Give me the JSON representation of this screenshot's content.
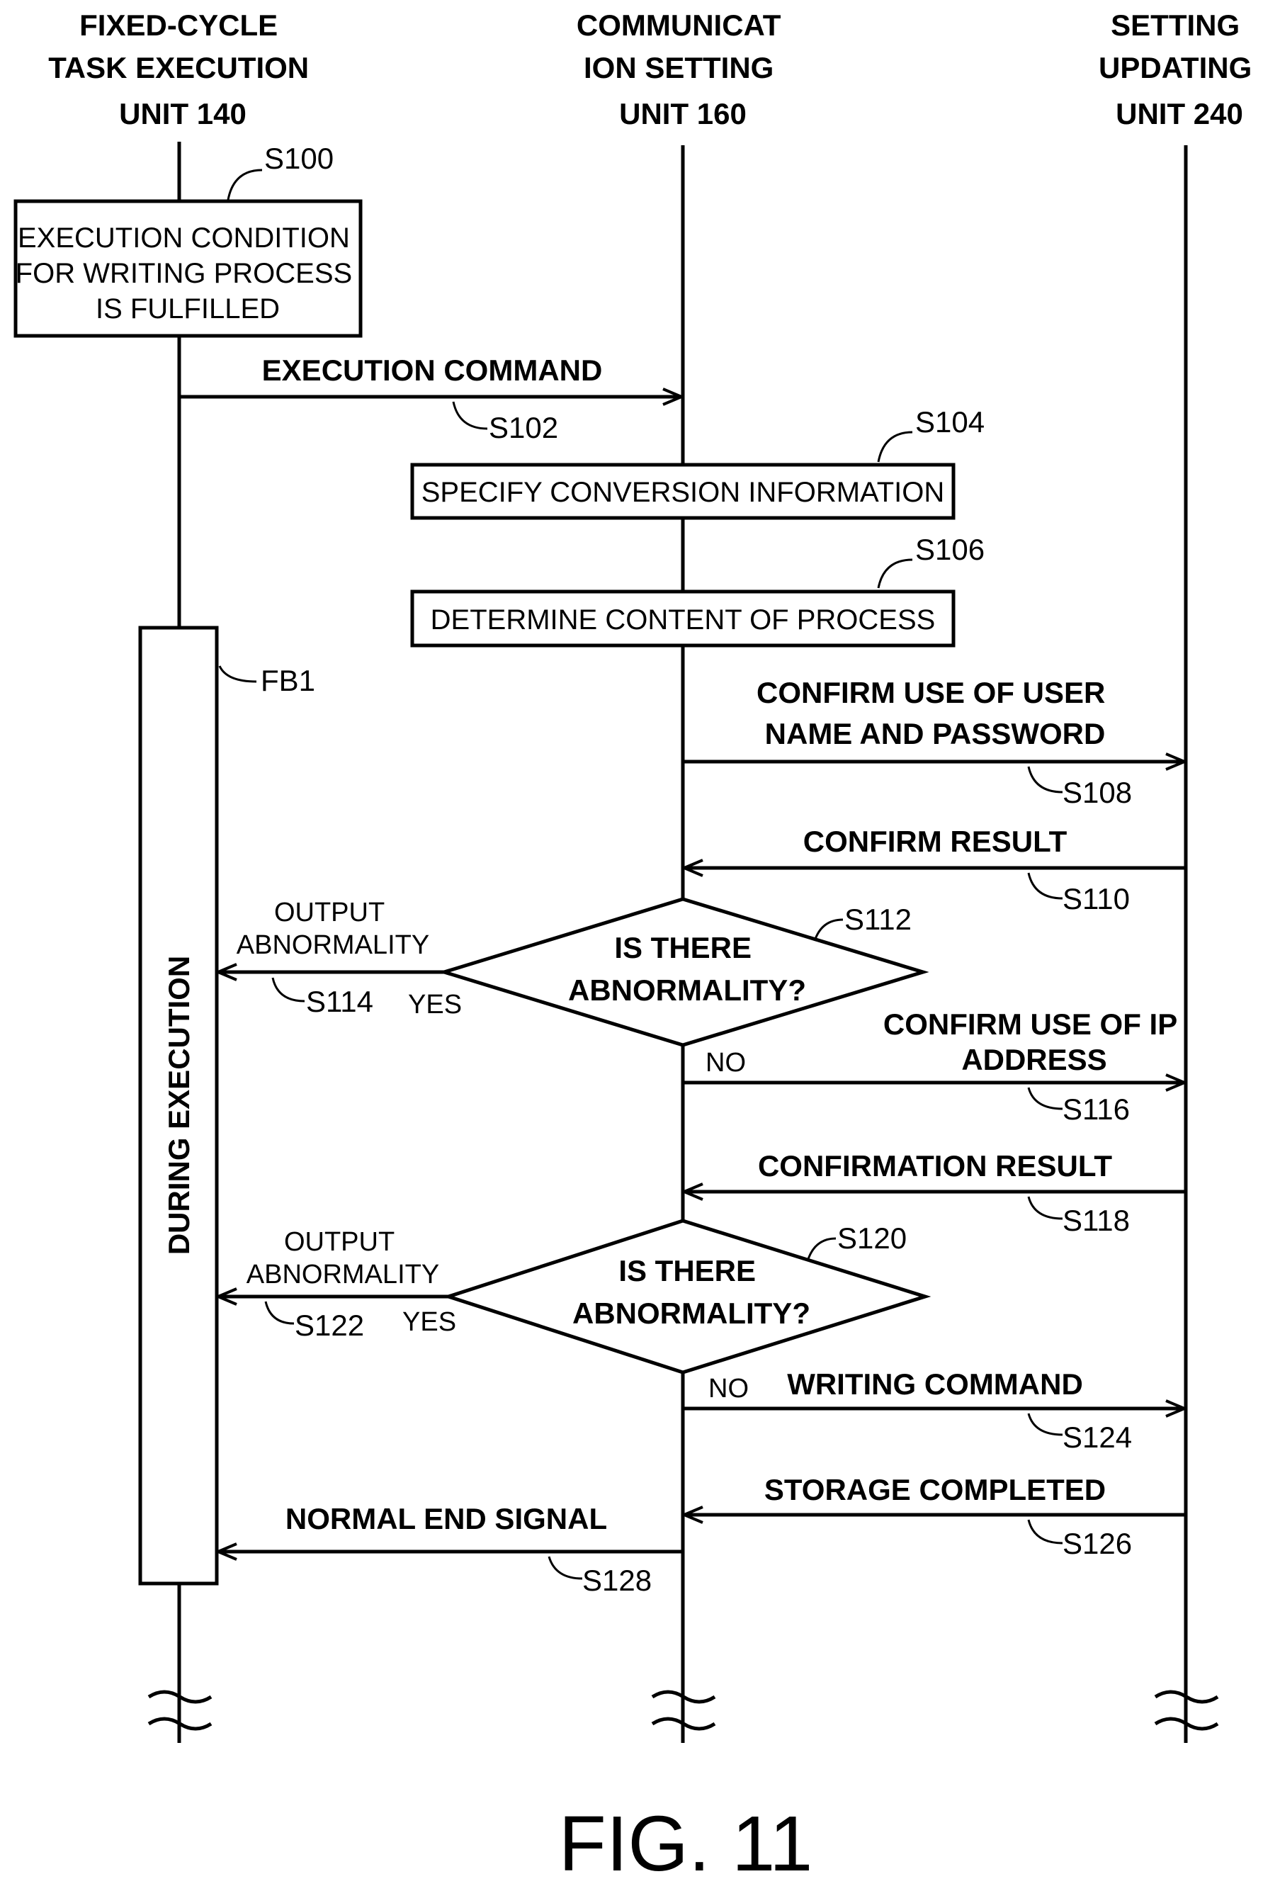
{
  "lanes": [
    {
      "lines": [
        "FIXED-CYCLE",
        "TASK EXECUTION",
        "UNIT 140"
      ]
    },
    {
      "lines": [
        "COMMUNICAT",
        "ION SETTING",
        "UNIT 160"
      ]
    },
    {
      "lines": [
        "SETTING",
        "UPDATING",
        "UNIT 240"
      ]
    }
  ],
  "steps": {
    "s100": {
      "ref": "S100",
      "lines": [
        "EXECUTION CONDITION",
        "FOR WRITING PROCESS",
        "IS FULFILLED"
      ]
    },
    "s102": {
      "ref": "S102",
      "label": "EXECUTION COMMAND"
    },
    "s104": {
      "ref": "S104",
      "label": "SPECIFY CONVERSION INFORMATION"
    },
    "s106": {
      "ref": "S106",
      "label": "DETERMINE CONTENT OF PROCESS"
    },
    "s108": {
      "ref": "S108",
      "lines": [
        "CONFIRM USE OF USER",
        "NAME AND PASSWORD"
      ]
    },
    "s110": {
      "ref": "S110",
      "label": "CONFIRM RESULT"
    },
    "s112": {
      "ref": "S112",
      "lines": [
        "IS THERE",
        "ABNORMALITY?"
      ],
      "yes": "YES",
      "no": "NO"
    },
    "s114": {
      "ref": "S114",
      "lines": [
        "OUTPUT",
        "ABNORMALITY"
      ]
    },
    "s116": {
      "ref": "S116",
      "lines": [
        "CONFIRM USE OF IP",
        "ADDRESS"
      ]
    },
    "s118": {
      "ref": "S118",
      "label": "CONFIRMATION RESULT"
    },
    "s120": {
      "ref": "S120",
      "lines": [
        "IS THERE",
        "ABNORMALITY?"
      ],
      "yes": "YES",
      "no": "NO"
    },
    "s122": {
      "ref": "S122",
      "lines": [
        "OUTPUT",
        "ABNORMALITY"
      ]
    },
    "s124": {
      "ref": "S124",
      "label": "WRITING COMMAND"
    },
    "s126": {
      "ref": "S126",
      "label": "STORAGE COMPLETED"
    },
    "s128": {
      "ref": "S128",
      "label": "NORMAL END SIGNAL"
    }
  },
  "execution_bar": {
    "ref": "FB1",
    "label": "DURING EXECUTION"
  },
  "figure_label": "FIG. 11"
}
